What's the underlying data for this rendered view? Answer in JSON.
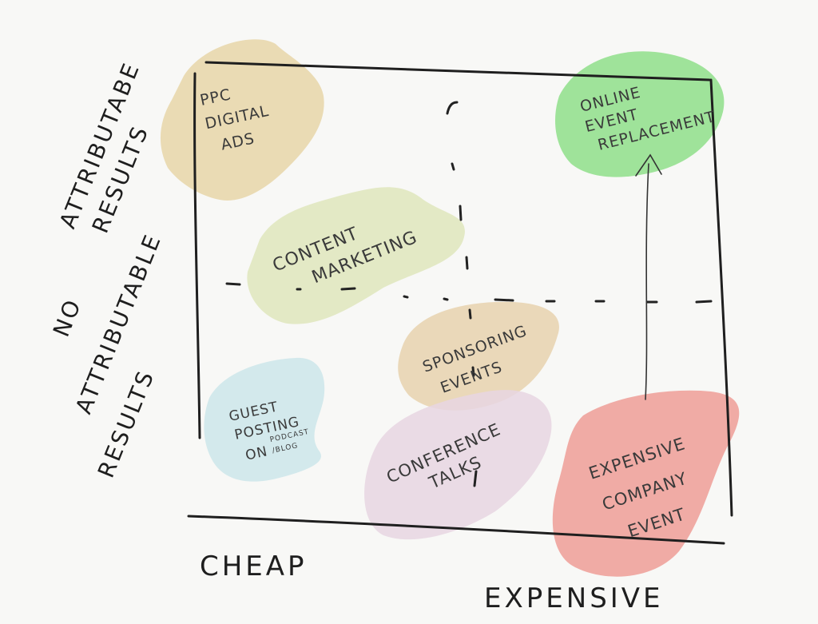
{
  "y_axis": {
    "top_label": [
      "ATTRIBUTABE",
      "RESULTS"
    ],
    "bottom_label": [
      "NO",
      "ATTRIBUTABLE",
      "RESULTS"
    ]
  },
  "x_axis": {
    "left_label": "CHEAP",
    "right_label": "EXPENSIVE"
  },
  "items": {
    "ppc": {
      "lines": [
        "PPC",
        "DIGITAL",
        "ADS"
      ],
      "color": "#e8d6a8"
    },
    "content": {
      "lines": [
        "CONTENT",
        "MARKETING"
      ],
      "color": "#dfe6bc"
    },
    "online_event": {
      "lines": [
        "ONLINE",
        "EVENT",
        "REPLACEMENT"
      ],
      "color": "#8fdf8a"
    },
    "sponsoring": {
      "lines": [
        "SPONSORING",
        "EVENTS"
      ],
      "color": "#e8d2ae"
    },
    "guest": {
      "lines": [
        "GUEST",
        "POSTING",
        "ON"
      ],
      "note": [
        "PODCAST",
        "/BLOG"
      ],
      "color": "#cde6ea"
    },
    "conference": {
      "lines": [
        "CONFERENCE",
        "TALKS"
      ],
      "color": "#e7d6e2"
    },
    "company_event": {
      "lines": [
        "EXPENSIVE",
        "COMPANY",
        "EVENT"
      ],
      "color": "#ee9e96"
    }
  }
}
